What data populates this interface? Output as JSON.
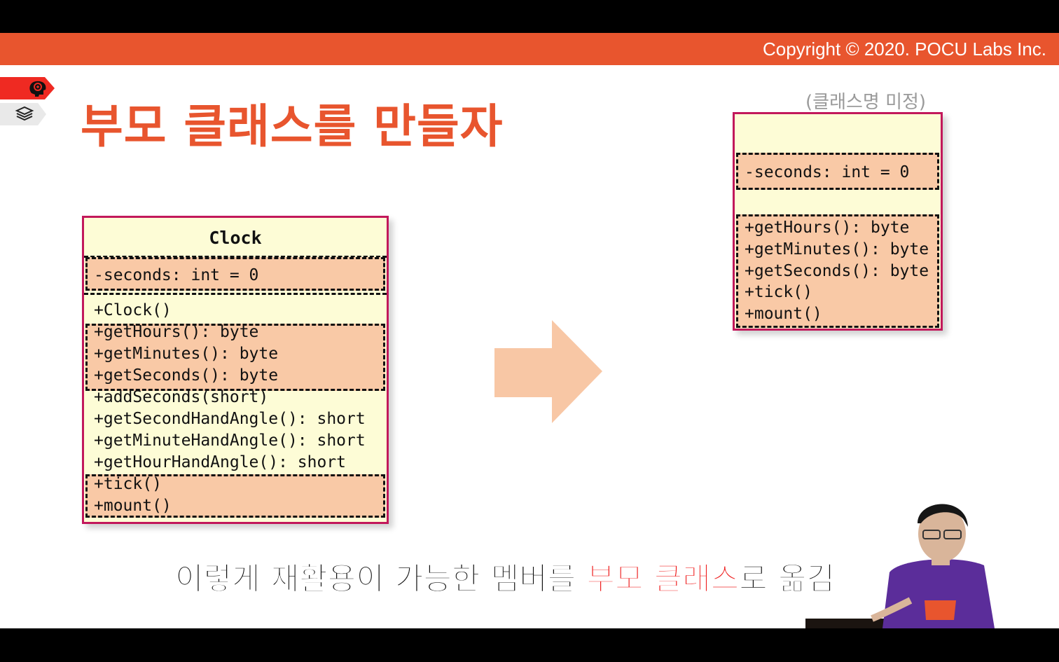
{
  "header": {
    "copyright": "Copyright © 2020. POCU Labs Inc."
  },
  "sidebar": {
    "icons": [
      "brain-icon",
      "books-icon"
    ]
  },
  "slide_title": "부모 클래스를 만들자",
  "clock_class": {
    "name": "Clock",
    "fields": [
      "-seconds: int = 0"
    ],
    "methods": [
      "+Clock()",
      "+getHours(): byte",
      "+getMinutes(): byte",
      "+getSeconds(): byte",
      "+addSeconds(short)",
      "+getSecondHandAngle(): short",
      "+getMinuteHandAngle(): short",
      "+getHourHandAngle(): short",
      "+tick()",
      "+mount()"
    ]
  },
  "parent_class": {
    "label": "(클래스명 미정)",
    "fields": [
      "-seconds: int = 0"
    ],
    "methods": [
      "+getHours(): byte",
      "+getMinutes(): byte",
      "+getSeconds(): byte",
      "+tick()",
      "+mount()"
    ]
  },
  "subtitle": {
    "part1": "이렇게 재활용이 가능한 멤버를 ",
    "highlight": "부모 클래스",
    "part2": "로 옮김"
  },
  "colors": {
    "accent": "#e8552e",
    "box_fill": "#fdfcd6",
    "highlight_fill": "#f9c9a6",
    "border": "#c2185b",
    "arrow": "#f8c7a5"
  }
}
